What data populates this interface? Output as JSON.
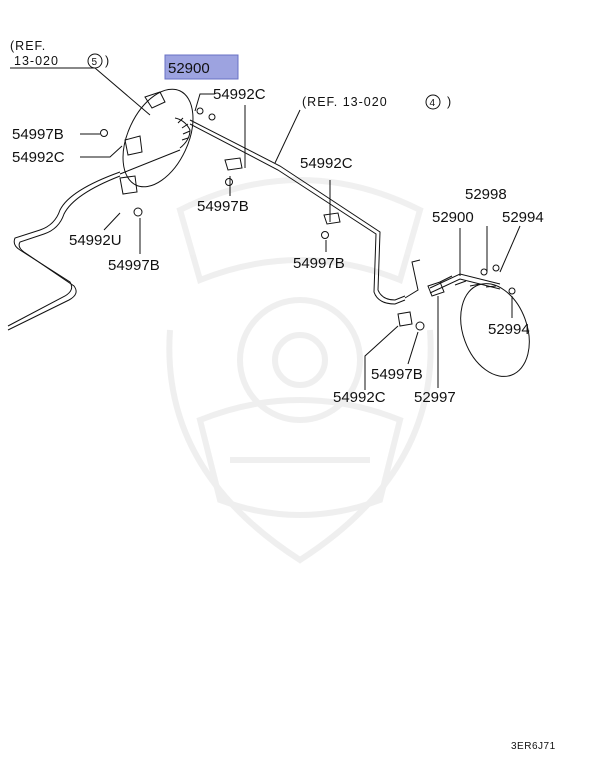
{
  "diagram": {
    "ref_left_line1": "(REF.",
    "ref_left_line2": "13-020",
    "ref_left_circle": "5",
    "ref_right_text": "(REF. 13-020",
    "ref_right_circle": "4",
    "labels": {
      "p52900_top": "52900",
      "p54992C_a": "54992C",
      "p54997B_left": "54997B",
      "p54992C_left": "54992C",
      "p54997B_mid": "54997B",
      "p54992C_b": "54992C",
      "p54997B_c": "54997B",
      "p54992U": "54992U",
      "p54997B_d": "54997B",
      "p52998": "52998",
      "p52900_right": "52900",
      "p52994_a": "52994",
      "p52994_b": "52994",
      "p54997B_e": "54997B",
      "p54992C_e": "54992C",
      "p52997": "52997"
    },
    "highlight_color": "#9da3e0",
    "drawing_code": "3ER6J71"
  }
}
